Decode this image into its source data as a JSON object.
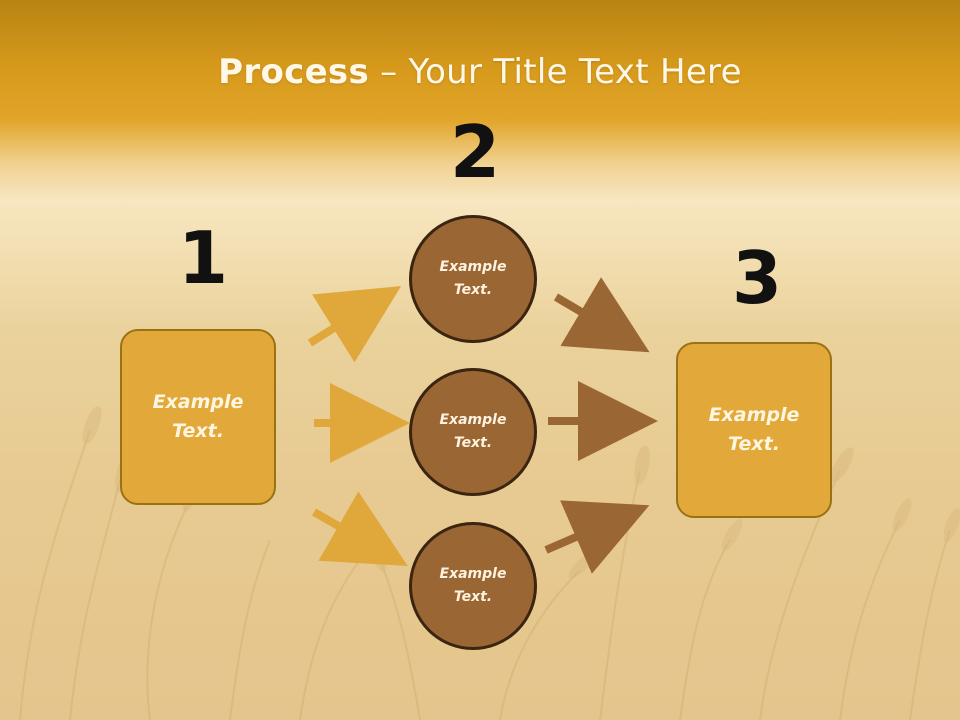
{
  "title": {
    "bold": "Process",
    "rest": " – Your Title Text Here"
  },
  "steps": [
    {
      "number": "1",
      "box_text": "Example\nText."
    },
    {
      "number": "2",
      "circles": [
        "Example\nText.",
        "Example\nText.",
        "Example\nText."
      ]
    },
    {
      "number": "3",
      "box_text": "Example\nText."
    }
  ],
  "colors": {
    "box_fill": "#e2a93a",
    "circle_fill": "#9a6634",
    "arrow_in": "#e0a83a",
    "arrow_out": "#9a6634"
  }
}
